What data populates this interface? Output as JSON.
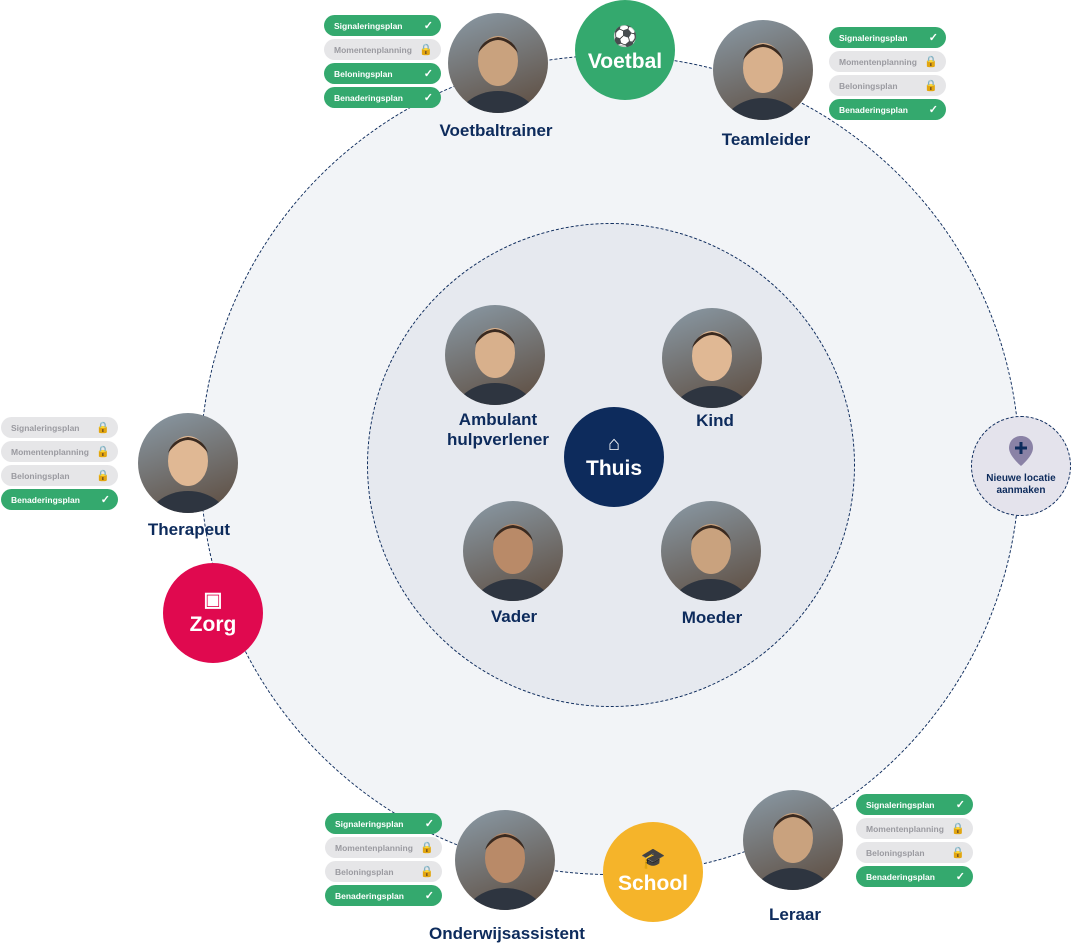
{
  "locations": [
    {
      "id": "voetbal",
      "label": "Voetbal",
      "icon": "soccer-ball-icon",
      "color": "#34a96e"
    },
    {
      "id": "zorg",
      "label": "Zorg",
      "icon": "folder-person-icon",
      "color": "#e0094f"
    },
    {
      "id": "school",
      "label": "School",
      "icon": "graduation-cap-icon",
      "color": "#f5b42a"
    },
    {
      "id": "thuis",
      "label": "Thuis",
      "icon": "home-icon",
      "color": "#0d2b5c"
    }
  ],
  "new_location": {
    "label": "Nieuwe locatie aanmaken",
    "icon": "map-pin-plus-icon"
  },
  "plans": [
    "Signaleringsplan",
    "Momentenplanning",
    "Beloningsplan",
    "Benaderingsplan"
  ],
  "people": [
    {
      "id": "voetbaltrainer",
      "name": "Voetbaltrainer",
      "plans_unlocked": [
        true,
        false,
        true,
        true
      ]
    },
    {
      "id": "teamleider",
      "name": "Teamleider",
      "plans_unlocked": [
        true,
        false,
        false,
        true
      ]
    },
    {
      "id": "therapeut",
      "name": "Therapeut",
      "plans_unlocked": [
        false,
        false,
        false,
        true
      ]
    },
    {
      "id": "onderwijsassistent",
      "name": "Onderwijsassistent",
      "plans_unlocked": [
        true,
        false,
        false,
        true
      ]
    },
    {
      "id": "leraar",
      "name": "Leraar",
      "plans_unlocked": [
        true,
        false,
        false,
        true
      ]
    },
    {
      "id": "ambulant",
      "name": "Ambulant hulpverlener"
    },
    {
      "id": "kind",
      "name": "Kind"
    },
    {
      "id": "vader",
      "name": "Vader"
    },
    {
      "id": "moeder",
      "name": "Moeder"
    }
  ]
}
